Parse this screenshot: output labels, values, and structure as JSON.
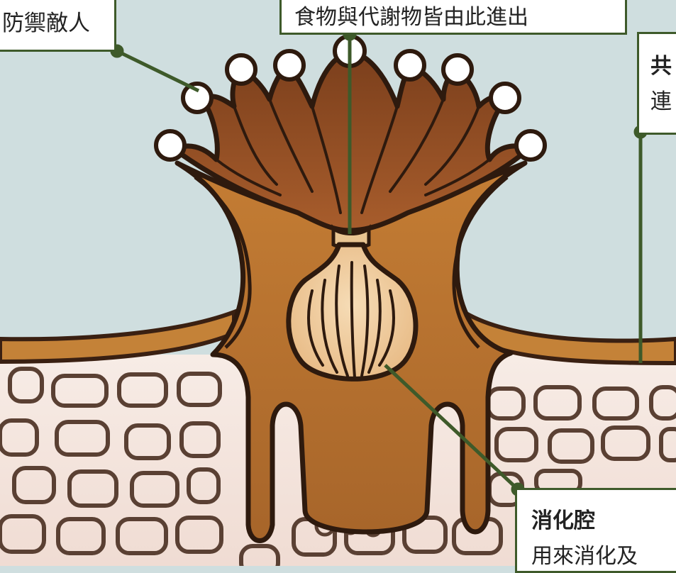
{
  "labels": {
    "tentacle": {
      "text": "防禦敵人"
    },
    "mouth": {
      "text": "食物與代謝物皆由此進出"
    },
    "coenenchyme": {
      "title": "共",
      "body": "連"
    },
    "gastric_cavity": {
      "title": "消化腔",
      "body": "用來消化及"
    }
  },
  "colors": {
    "water": "#cfdedf",
    "polyp_tissue": "#c07a2e",
    "polyp_dark": "#8a4e24",
    "tentacle_tip": "#ffffff",
    "skeleton": "#f4e6df",
    "skeleton_cells": "#5a4033",
    "leader_line": "#3e5a2a"
  }
}
